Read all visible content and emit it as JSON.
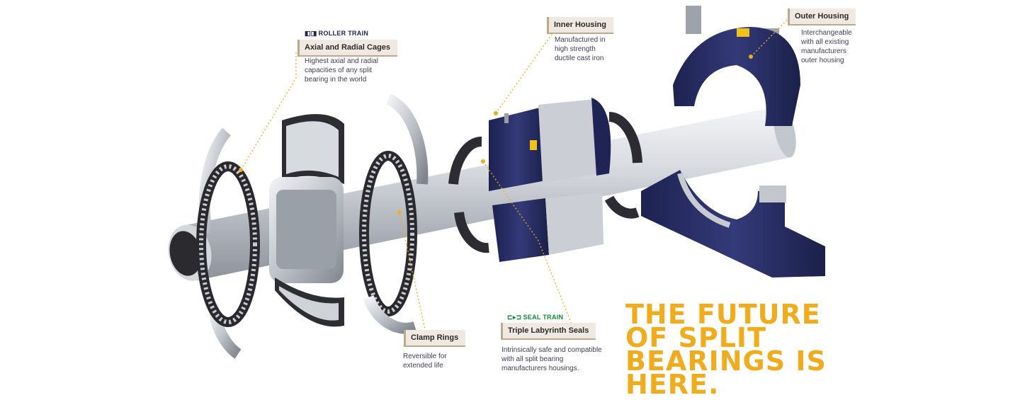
{
  "colors": {
    "accent": "#f0ac1c",
    "housing_navy": "#262c63",
    "steel": "#c9ccd3",
    "label_bg": "#efe9e1",
    "seal_green": "#0c8a3a"
  },
  "logos": {
    "roller_train": "ROLLER TRAIN",
    "seal_train": "SEAL TRAIN"
  },
  "callouts": {
    "axial_radial": {
      "title": "Axial and Radial Cages",
      "lines": [
        "Highest axial and radial",
        "capacities of any split",
        "bearing in the world"
      ]
    },
    "inner_housing": {
      "title": "Inner Housing",
      "lines": [
        "Manufactured in",
        "high strength",
        "ductile cast iron"
      ]
    },
    "outer_housing": {
      "title": "Outer Housing",
      "lines": [
        "Interchangeable",
        "with all existing",
        "manufacturers",
        "outer housing"
      ]
    },
    "clamp_rings": {
      "title": "Clamp Rings",
      "lines": [
        "Reversible for",
        "extended life"
      ]
    },
    "triple_seals": {
      "title": "Triple Labyrinth Seals",
      "lines": [
        "Intrinsically safe and compatible",
        "with all split bearing",
        "manufacturers housings."
      ]
    }
  },
  "headline": {
    "line1": "THE FUTURE",
    "line2": "OF SPLIT",
    "line3": "BEARINGS IS",
    "line4": "HERE."
  }
}
